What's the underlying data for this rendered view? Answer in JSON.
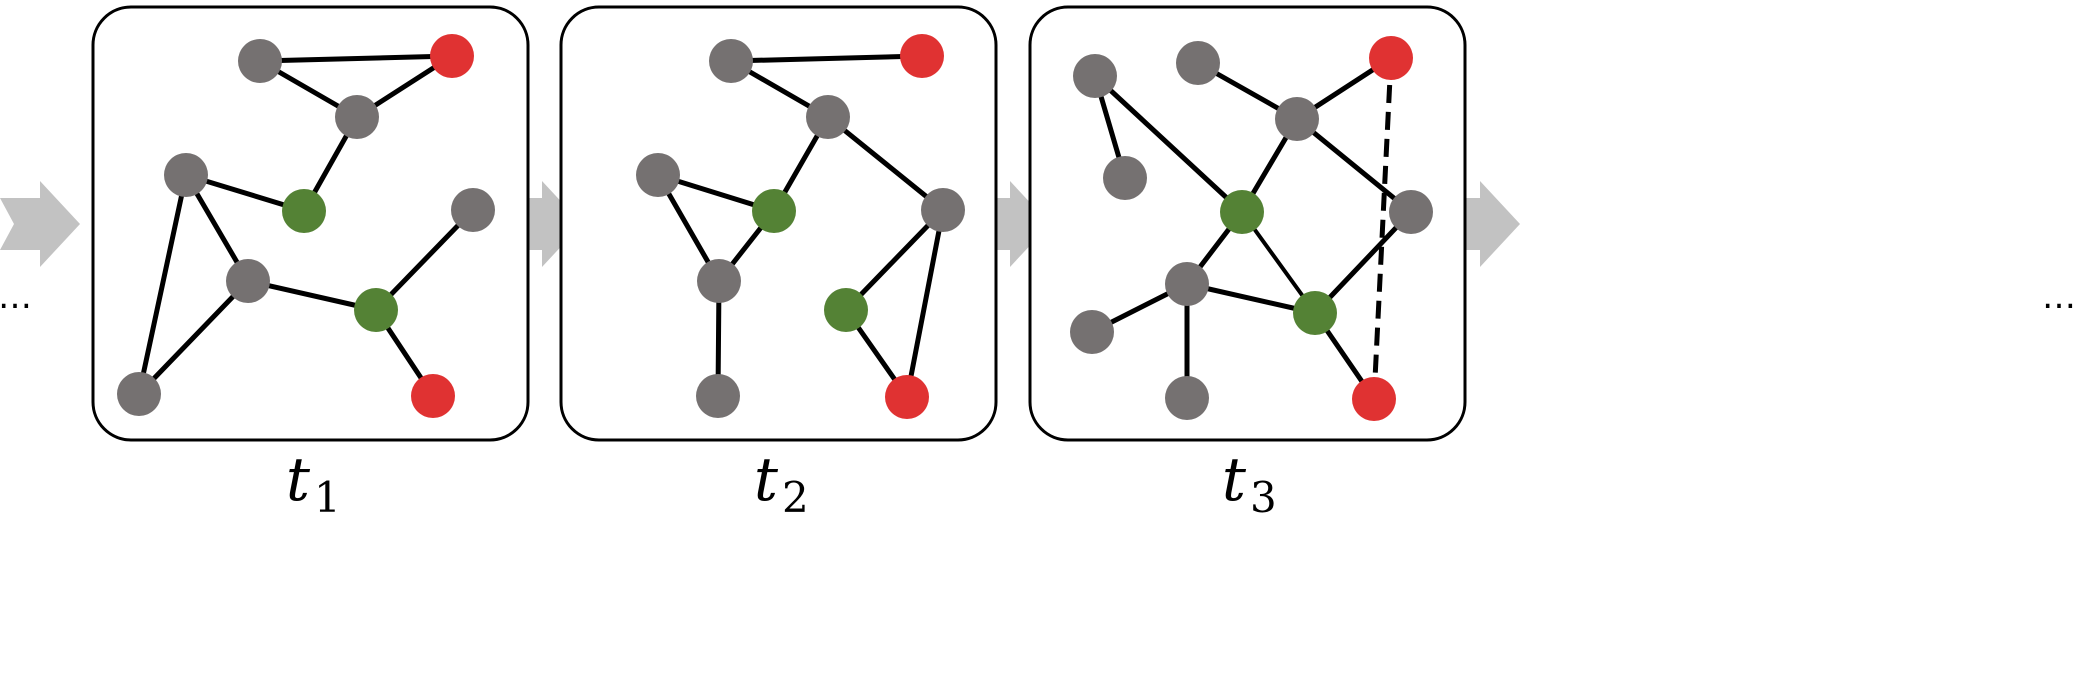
{
  "colors": {
    "gray_node": "#757171",
    "green_node": "#548235",
    "red_node": "#e03232",
    "edge": "#000000",
    "new_edge": "#548235",
    "dashed_edge": "#e03232",
    "arrow": "#c2c2c2"
  },
  "ellipsis": {
    "left": "…",
    "right": "…"
  },
  "timesteps": [
    {
      "label": "t",
      "subscript": "1",
      "nodes": [
        {
          "id": "n1",
          "color": "gray"
        },
        {
          "id": "n2",
          "color": "red"
        },
        {
          "id": "n3",
          "color": "gray"
        },
        {
          "id": "n4",
          "color": "gray"
        },
        {
          "id": "n5",
          "color": "green"
        },
        {
          "id": "n6",
          "color": "gray"
        },
        {
          "id": "n7",
          "color": "gray"
        },
        {
          "id": "n8",
          "color": "green"
        },
        {
          "id": "n9",
          "color": "gray"
        },
        {
          "id": "n10",
          "color": "red"
        }
      ],
      "edges": [
        {
          "from": "n1",
          "to": "n2",
          "style": "solid"
        },
        {
          "from": "n1",
          "to": "n3",
          "style": "solid"
        },
        {
          "from": "n2",
          "to": "n3",
          "style": "solid"
        },
        {
          "from": "n3",
          "to": "n5",
          "style": "solid"
        },
        {
          "from": "n4",
          "to": "n5",
          "style": "solid"
        },
        {
          "from": "n4",
          "to": "n7",
          "style": "solid"
        },
        {
          "from": "n4",
          "to": "n9",
          "style": "solid"
        },
        {
          "from": "n7",
          "to": "n9",
          "style": "solid"
        },
        {
          "from": "n7",
          "to": "n8",
          "style": "solid"
        },
        {
          "from": "n6",
          "to": "n8",
          "style": "solid"
        },
        {
          "from": "n8",
          "to": "n10",
          "style": "solid"
        }
      ]
    },
    {
      "label": "t",
      "subscript": "2",
      "nodes": [
        {
          "id": "m1",
          "color": "gray"
        },
        {
          "id": "m2",
          "color": "red"
        },
        {
          "id": "m3",
          "color": "gray"
        },
        {
          "id": "m4",
          "color": "gray"
        },
        {
          "id": "m5",
          "color": "green"
        },
        {
          "id": "m6",
          "color": "gray"
        },
        {
          "id": "m7",
          "color": "gray"
        },
        {
          "id": "m8",
          "color": "green"
        },
        {
          "id": "m9",
          "color": "gray"
        },
        {
          "id": "m10",
          "color": "red"
        }
      ],
      "edges": [
        {
          "from": "m1",
          "to": "m2",
          "style": "solid"
        },
        {
          "from": "m1",
          "to": "m3",
          "style": "solid"
        },
        {
          "from": "m3",
          "to": "m5",
          "style": "solid"
        },
        {
          "from": "m3",
          "to": "m6",
          "style": "solid"
        },
        {
          "from": "m4",
          "to": "m5",
          "style": "solid"
        },
        {
          "from": "m4",
          "to": "m7",
          "style": "solid"
        },
        {
          "from": "m5",
          "to": "m7",
          "style": "solid"
        },
        {
          "from": "m7",
          "to": "m9",
          "style": "solid"
        },
        {
          "from": "m6",
          "to": "m8",
          "style": "solid"
        },
        {
          "from": "m6",
          "to": "m10",
          "style": "solid"
        },
        {
          "from": "m8",
          "to": "m10",
          "style": "solid"
        }
      ]
    },
    {
      "label": "t",
      "subscript": "3",
      "nodes": [
        {
          "id": "k1",
          "color": "gray"
        },
        {
          "id": "k2",
          "color": "gray"
        },
        {
          "id": "k3",
          "color": "red"
        },
        {
          "id": "k4",
          "color": "gray"
        },
        {
          "id": "k5",
          "color": "gray"
        },
        {
          "id": "k6",
          "color": "green"
        },
        {
          "id": "k7",
          "color": "gray"
        },
        {
          "id": "k8",
          "color": "gray"
        },
        {
          "id": "k9",
          "color": "gray"
        },
        {
          "id": "k10",
          "color": "green"
        },
        {
          "id": "k11",
          "color": "gray"
        },
        {
          "id": "k12",
          "color": "red"
        }
      ],
      "edges": [
        {
          "from": "k1",
          "to": "k5",
          "style": "solid"
        },
        {
          "from": "k1",
          "to": "k6",
          "style": "solid"
        },
        {
          "from": "k2",
          "to": "k4",
          "style": "solid"
        },
        {
          "from": "k3",
          "to": "k4",
          "style": "solid"
        },
        {
          "from": "k4",
          "to": "k6",
          "style": "solid"
        },
        {
          "from": "k4",
          "to": "k7",
          "style": "solid"
        },
        {
          "from": "k6",
          "to": "k8",
          "style": "solid"
        },
        {
          "from": "k6",
          "to": "k10",
          "style": "new"
        },
        {
          "from": "k7",
          "to": "k10",
          "style": "solid"
        },
        {
          "from": "k8",
          "to": "k9",
          "style": "solid"
        },
        {
          "from": "k8",
          "to": "k10",
          "style": "solid"
        },
        {
          "from": "k8",
          "to": "k11",
          "style": "solid"
        },
        {
          "from": "k10",
          "to": "k12",
          "style": "solid"
        },
        {
          "from": "k3",
          "to": "k12",
          "style": "dashed"
        }
      ]
    }
  ]
}
